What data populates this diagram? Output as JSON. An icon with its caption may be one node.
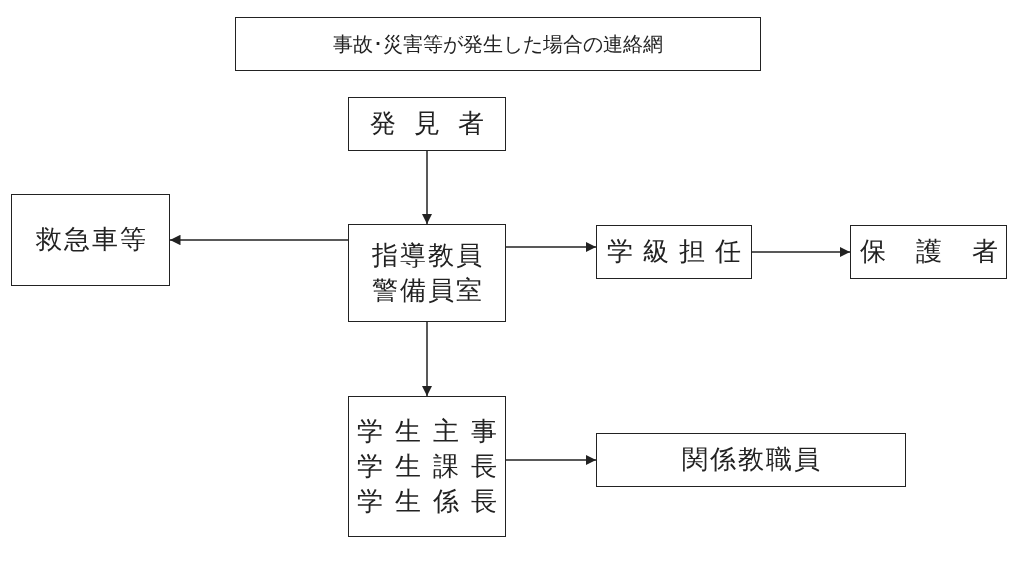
{
  "diagram": {
    "title": "事故･災害等が発生した場合の連絡網",
    "nodes": [
      {
        "text": [
          "発見者"
        ]
      },
      {
        "text": [
          "救急車等"
        ]
      },
      {
        "text": [
          "指導教員警備員室"
        ]
      },
      {
        "text": [
          "学級担任"
        ]
      },
      {
        "text": [
          "保護者"
        ]
      },
      {
        "text": [
          "学生主事学生課長学生係長"
        ]
      },
      {
        "text": [
          "関係教職員"
        ]
      }
    ],
    "edges": [
      {
        "from": 0,
        "to": 2,
        "arrow": "to"
      },
      {
        "from": 2,
        "to": 1,
        "arrow": "to"
      },
      {
        "from": 2,
        "to": 3,
        "arrow": "to"
      },
      {
        "from": 3,
        "to": 4,
        "arrow": "to"
      },
      {
        "from": 2,
        "to": 5,
        "arrow": "to"
      },
      {
        "from": 5,
        "to": 6,
        "arrow": "to"
      }
    ]
  }
}
